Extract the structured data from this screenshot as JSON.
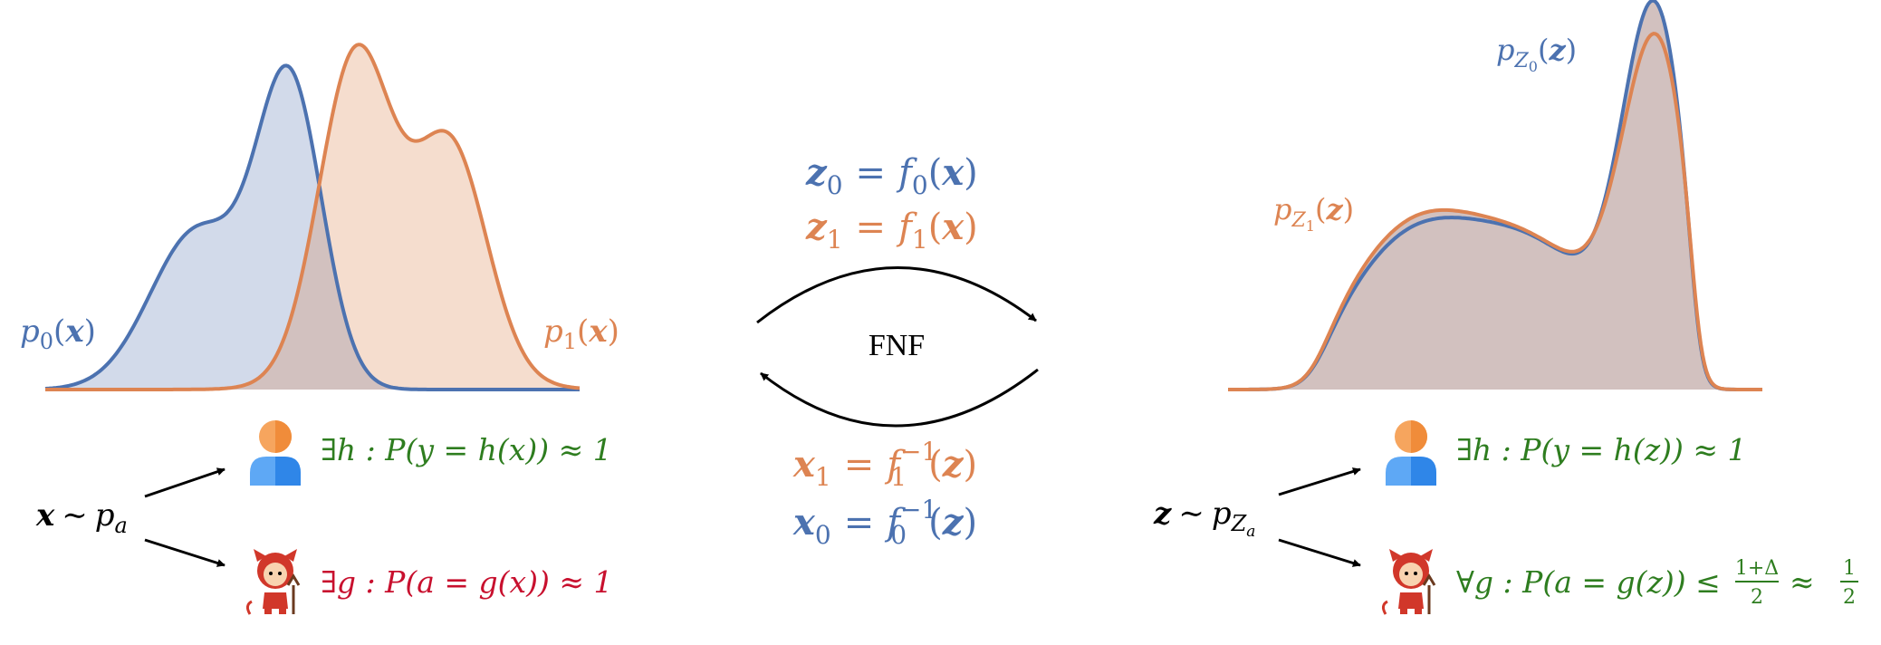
{
  "colors": {
    "blue": "#4C72B0",
    "blue_fill": "#D2DAEA",
    "orange": "#DD8452",
    "orange_fill": "#F5DDCE",
    "overlap_fill": "#D2C1BF",
    "green": "#2E7D1F",
    "red": "#C8102E",
    "black": "#000000"
  },
  "left": {
    "label_p0": {
      "name": "p",
      "sub": "0",
      "arg": "x"
    },
    "label_p1": {
      "name": "p",
      "sub": "1",
      "arg": "x"
    },
    "sample": {
      "var": "x",
      "rel": "∼",
      "dist": "p",
      "sub": "a"
    },
    "user_stmt": "∃h : P(y = h(x)) ≈ 1",
    "adversary_stmt": "∃g : P(a = g(x)) ≈ 1"
  },
  "middle": {
    "forward": [
      {
        "lhs": "z",
        "lhs_sub": "0",
        "eq": "=",
        "fn": "f",
        "fn_sub": "0",
        "arg": "x"
      },
      {
        "lhs": "z",
        "lhs_sub": "1",
        "eq": "=",
        "fn": "f",
        "fn_sub": "1",
        "arg": "x"
      }
    ],
    "inverse": [
      {
        "lhs": "x",
        "lhs_sub": "1",
        "eq": "=",
        "fn": "f",
        "fn_sub": "1",
        "fn_sup": "−1",
        "arg": "z"
      },
      {
        "lhs": "x",
        "lhs_sub": "0",
        "eq": "=",
        "fn": "f",
        "fn_sub": "0",
        "fn_sup": "−1",
        "arg": "z"
      }
    ],
    "arrow_label": "FNF"
  },
  "right": {
    "label_pz0": {
      "name": "p",
      "sub": "Z",
      "subsub": "0",
      "arg": "z"
    },
    "label_pz1": {
      "name": "p",
      "sub": "Z",
      "subsub": "1",
      "arg": "z"
    },
    "sample": {
      "var": "z",
      "rel": "∼",
      "dist": "p",
      "sub": "Z",
      "subsub": "a"
    },
    "user_stmt": "∃h : P(y = h(z)) ≈ 1",
    "adversary_stmt_main": "∀g : P(a = g(z)) ≤",
    "frac1_num": "1+Δ",
    "frac1_den": "2",
    "approx": "≈",
    "frac2_num": "1",
    "frac2_den": "2"
  },
  "icons": {
    "user": "user-icon",
    "adversary": "devil-icon"
  }
}
